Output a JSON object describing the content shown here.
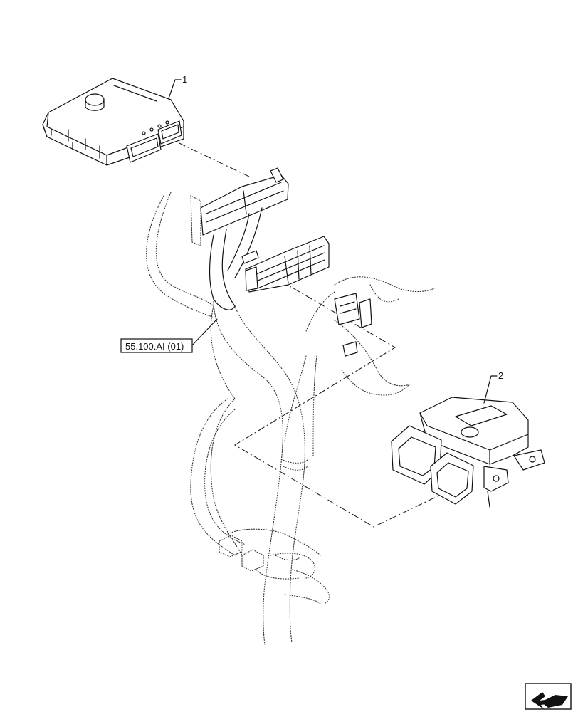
{
  "callouts": {
    "item1": "1",
    "item2": "2"
  },
  "reference_label": "55.100.AI (01)"
}
